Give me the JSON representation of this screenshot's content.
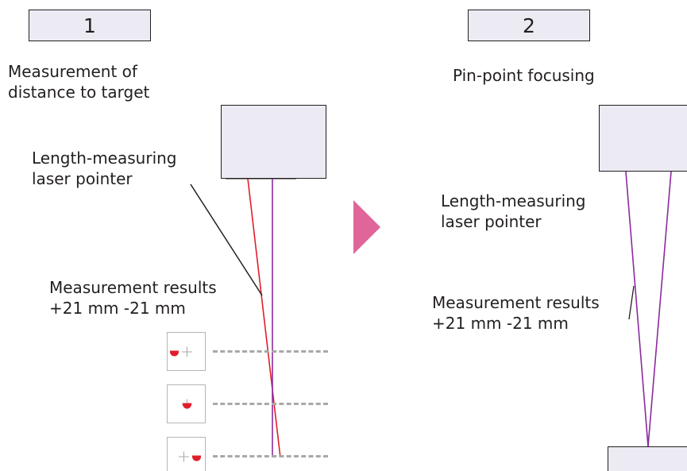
{
  "step1": {
    "number": "1",
    "title": "Measurement of\ndistance to target",
    "laser_label": "Length-measuring\nlaser pointer",
    "results_label": "Measurement results\n+21 mm -21 mm"
  },
  "step2": {
    "number": "2",
    "title": "Pin-point focusing",
    "laser_label": "Length-measuring\nlaser pointer",
    "results_label": "Measurement results\n+21 mm -21 mm"
  },
  "colors": {
    "laser_red": "#e01e2a",
    "beam_purple": "#8b2a9e",
    "arrow_pink": "#e0669a",
    "box_fill": "#ecebf3",
    "dash_gray": "#a8a8a8"
  }
}
